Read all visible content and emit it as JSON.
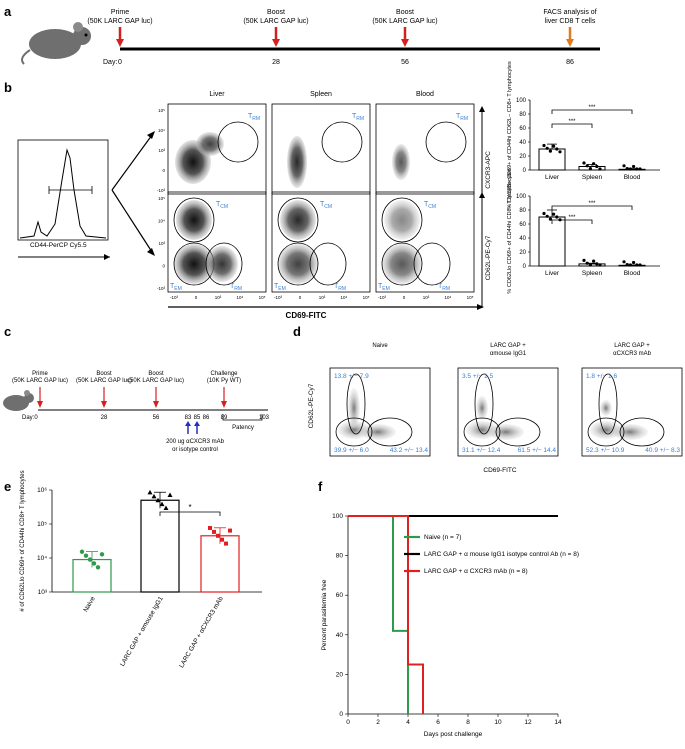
{
  "panels": {
    "a": {
      "label": "a",
      "day_prefix": "Day:",
      "events": [
        {
          "title": "Prime",
          "sub": "(50K LARC GAP luc)",
          "day": "0",
          "color": "#d42020"
        },
        {
          "title": "Boost",
          "sub": "(50K LARC GAP luc)",
          "day": "28",
          "color": "#d42020"
        },
        {
          "title": "Boost",
          "sub": "(50K LARC GAP luc)",
          "day": "56",
          "color": "#d42020"
        },
        {
          "title": "FACS analysis of",
          "sub": "liver CD8 T cells",
          "day": "86",
          "color": "#e07a1e"
        }
      ]
    },
    "b": {
      "label": "b",
      "hist_xlabel": "CD44-PerCP Cy5.5",
      "columns": [
        "Liver",
        "Spleen",
        "Blood"
      ],
      "top_ylabel": "CXCR3-APC",
      "bottom_ylabel": "CD62L-PE-Cy7",
      "xlabel": "CD69-FITC",
      "gate_labels": {
        "trm": "T",
        "trm_sub": "RM",
        "tcm": "T",
        "tcm_sub": "CM",
        "tem": "T",
        "tem_sub": "EM"
      },
      "tick_labels": [
        "10⁵",
        "10⁴",
        "10³",
        "0",
        "-10³"
      ],
      "x_tick_labels": [
        "-10³",
        "0",
        "10³",
        "10⁴",
        "10⁵"
      ]
    },
    "c": {
      "label": "c",
      "events": [
        {
          "title": "Prime",
          "sub": "(50K LARC GAP luc)",
          "day": "0"
        },
        {
          "title": "Boost",
          "sub": "(50K LARC GAP luc)",
          "day": "28"
        },
        {
          "title": "Boost",
          "sub": "(50K LARC GAP luc)",
          "day": "56"
        },
        {
          "title": "Challenge",
          "sub": "(10K Py WT)",
          "day": "89"
        }
      ],
      "day_prefix": "Day:0",
      "extra_days": [
        "83",
        "85",
        "86",
        "103"
      ],
      "treatment": "200 ug αCXCR3 mAb",
      "treatment2": "or isotype control",
      "patency": "Patency"
    },
    "d": {
      "label": "d",
      "ylabel": "CD62L-PE-Cy7",
      "xlabel": "CD69-FITC",
      "plots": [
        {
          "title": "Naive",
          "title2": "",
          "top": "13.8 +/− 7.9",
          "bl": "39.9 +/− 6.0",
          "br": "43.2 +/− 13.4"
        },
        {
          "title": "LARC GAP +",
          "title2": "αmouse IgG1",
          "top": "3.5 +/− 1.5",
          "bl": "31.1 +/− 12.4",
          "br": "61.5 +/− 14.4"
        },
        {
          "title": "LARC GAP +",
          "title2": "αCXCR3 mAb",
          "top": "1.8 +/− 1.6",
          "bl": "52.3 +/− 10.9",
          "br": "40.9 +/− 8.3"
        }
      ]
    },
    "e": {
      "label": "e",
      "significance": "*"
    },
    "f": {
      "label": "f"
    }
  },
  "chart_data": [
    {
      "type": "bar",
      "panel": "b-top",
      "categories": [
        "Liver",
        "Spleen",
        "Blood"
      ],
      "values": [
        30,
        5,
        1
      ],
      "errors": [
        7,
        3,
        1
      ],
      "ylabel": "% CXCR3+ CD69+ of CD44hi CD62L− CD8+ T lymphocytes",
      "ylim": [
        0,
        100
      ],
      "yticks": [
        "0",
        "20",
        "40",
        "60",
        "80",
        "100"
      ],
      "significance": [
        "***",
        "***"
      ]
    },
    {
      "type": "bar",
      "panel": "b-bottom",
      "categories": [
        "Liver",
        "Spleen",
        "Blood"
      ],
      "values": [
        70,
        3,
        1
      ],
      "errors": [
        10,
        1,
        0.5
      ],
      "ylabel": "% CD62Llo CD69+ of CD44hi CD8+ T lymphocytes",
      "ylim": [
        0,
        100
      ],
      "yticks": [
        "0",
        "20",
        "40",
        "60",
        "80",
        "100"
      ],
      "significance": [
        "***",
        "***"
      ]
    },
    {
      "type": "bar",
      "panel": "e",
      "categories": [
        "Naive",
        "LARC GAP + αmouse IgG1",
        "LARC GAP + αCXCR3 mAb"
      ],
      "values": [
        9000,
        500000,
        45000
      ],
      "colors": [
        "#2e9a4a",
        "#000000",
        "#e02020"
      ],
      "ylabel": "# of CD62Llo CD69+ of CD44hi CD8+ T lymphocytes",
      "yscale": "log",
      "ylim": [
        1000,
        1000000
      ],
      "yticks": [
        "10³",
        "10⁴",
        "10⁵",
        "10⁶"
      ]
    },
    {
      "type": "line",
      "panel": "f",
      "xlabel": "Days post challenge",
      "ylabel": "Percent parasitemia free",
      "xlim": [
        0,
        14
      ],
      "ylim": [
        0,
        100
      ],
      "xticks": [
        "0",
        "2",
        "4",
        "6",
        "8",
        "10",
        "12",
        "14"
      ],
      "yticks": [
        "0",
        "20",
        "40",
        "60",
        "80",
        "100"
      ],
      "series": [
        {
          "name": "Naive (n = 7)",
          "color": "#2e9a4a",
          "x": [
            0,
            3,
            3,
            4,
            4
          ],
          "y": [
            100,
            100,
            42,
            42,
            0
          ]
        },
        {
          "name": "LARC GAP + α mouse IgG1 isotype control Ab (n = 8)",
          "color": "#000000",
          "x": [
            0,
            14
          ],
          "y": [
            100,
            100
          ]
        },
        {
          "name": "LARC GAP + α CXCR3 mAb (n = 8)",
          "color": "#e02020",
          "x": [
            0,
            4,
            4,
            4.5,
            4.5,
            5,
            5
          ],
          "y": [
            100,
            100,
            25,
            25,
            25,
            25,
            0
          ]
        }
      ]
    }
  ]
}
